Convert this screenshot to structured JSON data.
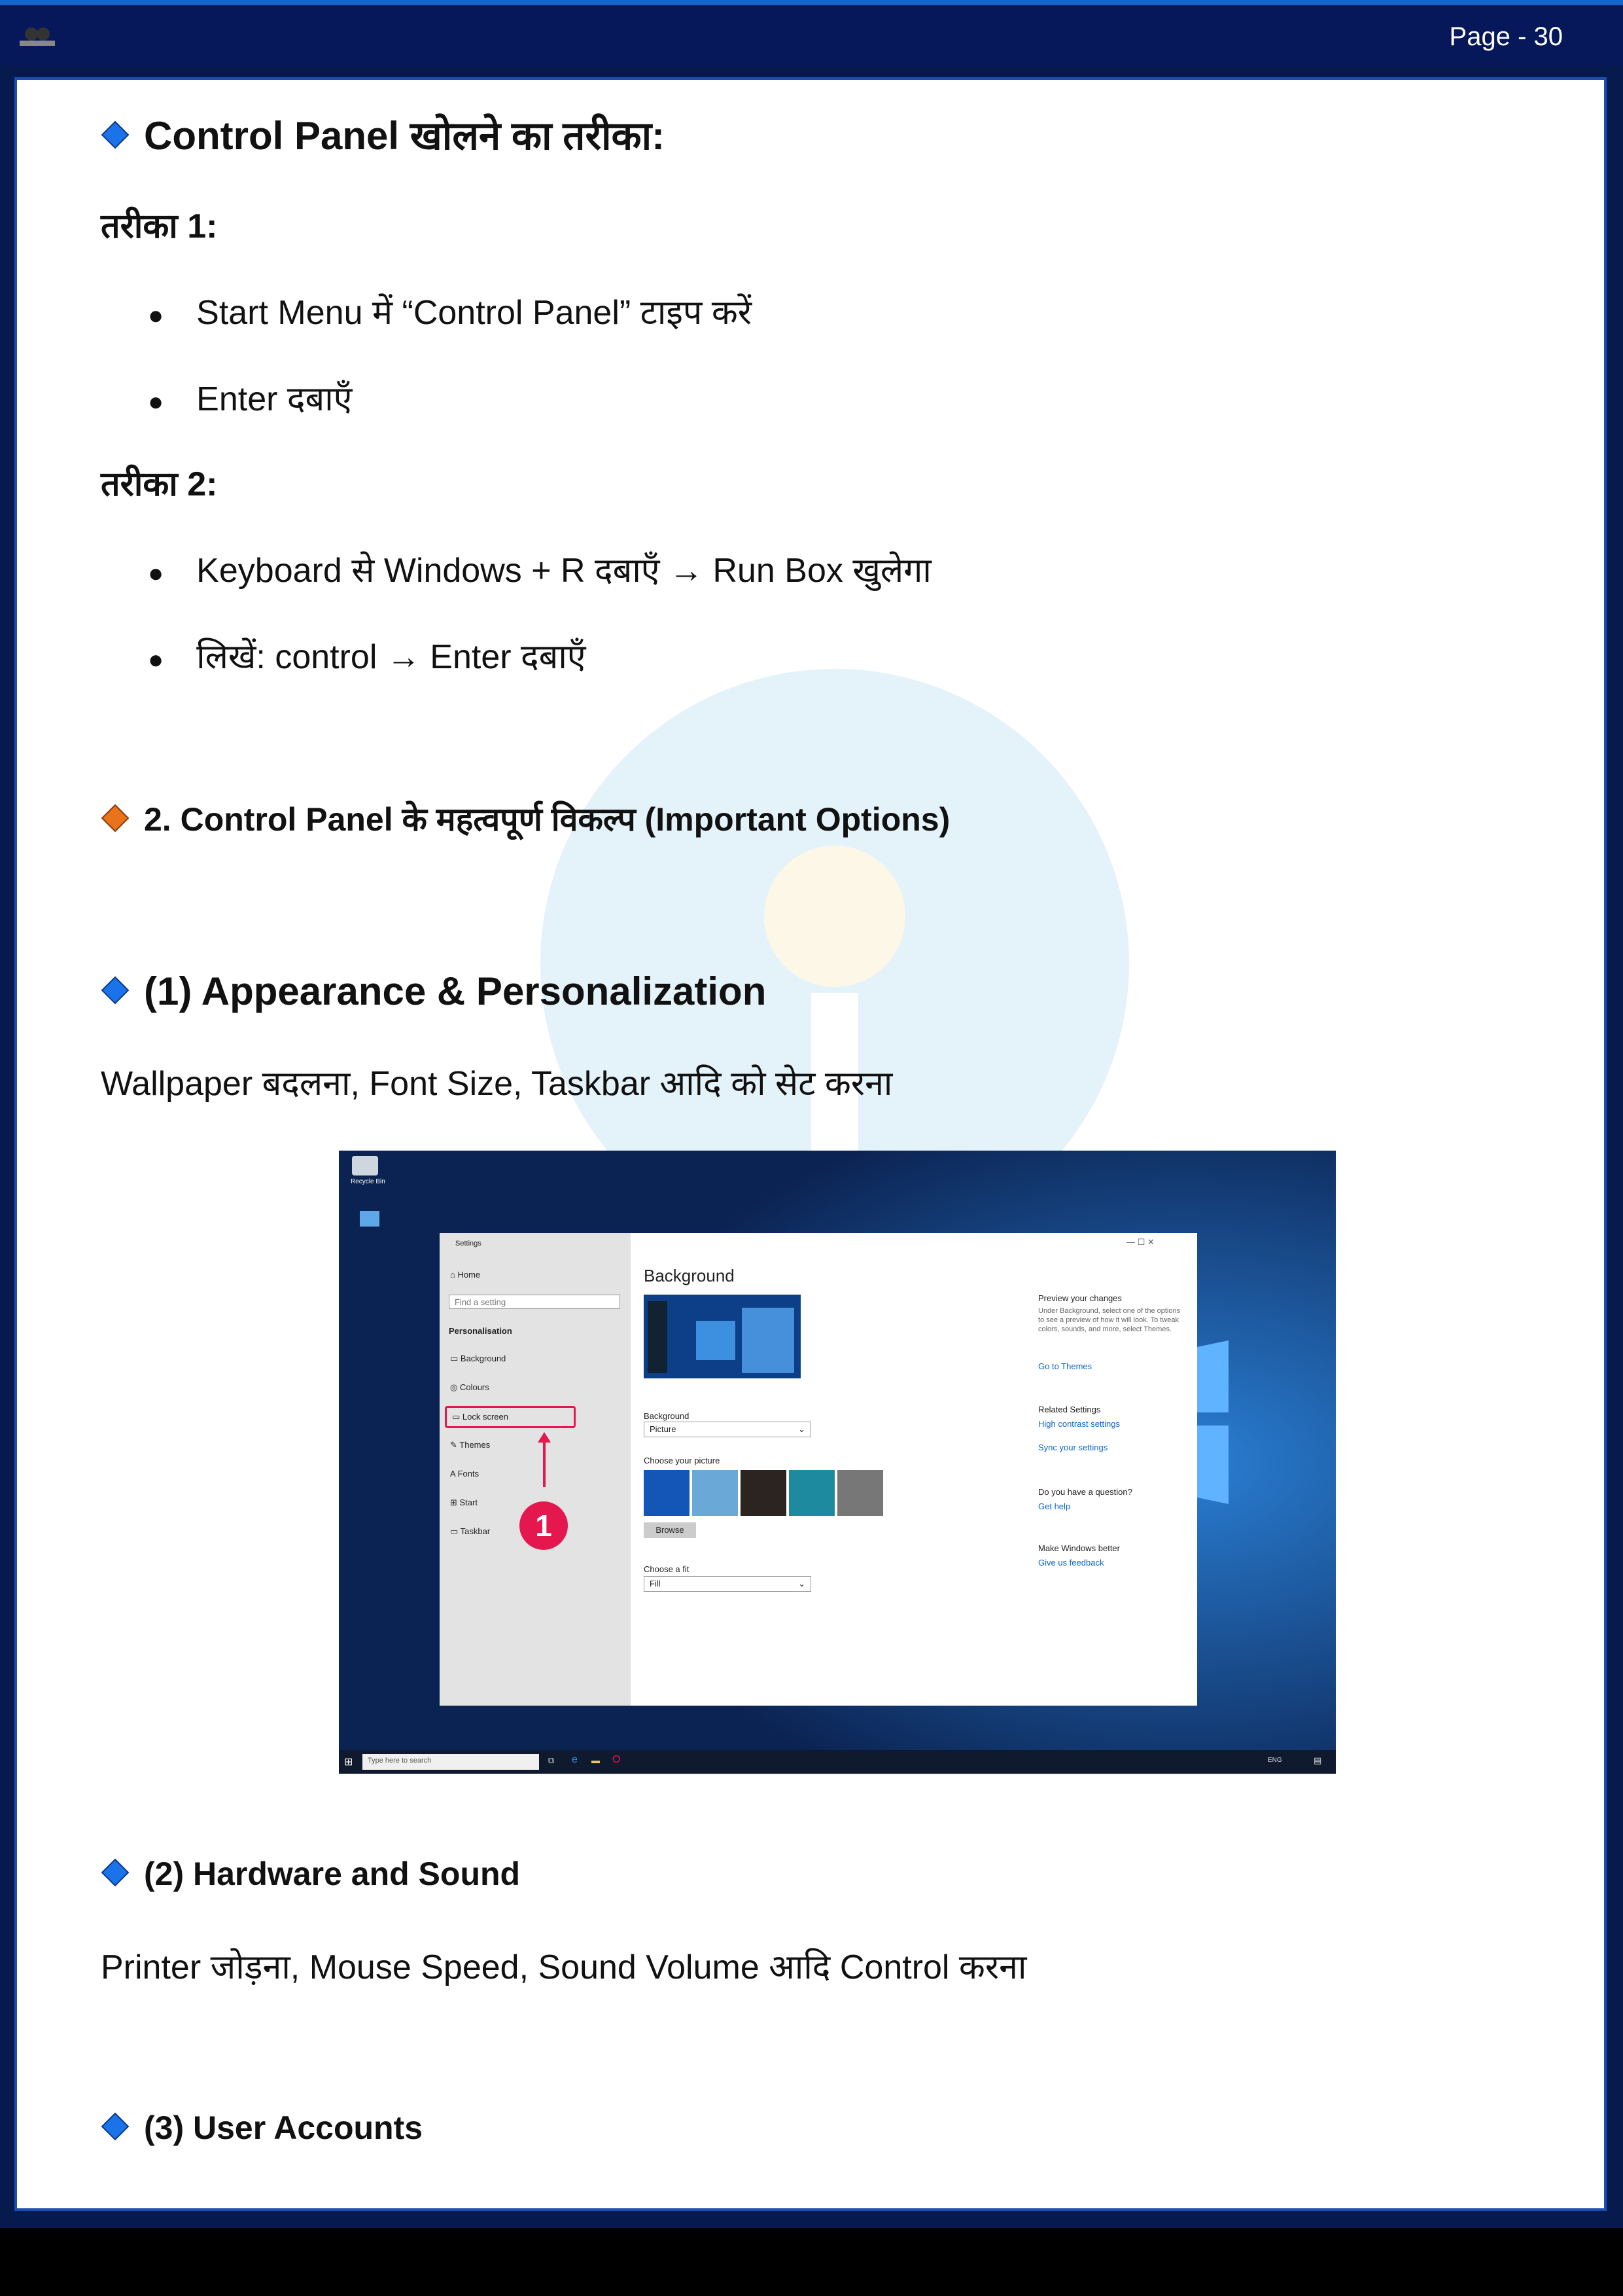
{
  "header": {
    "page_label": "Page - 30"
  },
  "colors": {
    "accent_blue": "#1565c8",
    "accent_orange": "#e8731a",
    "frame": "#06185a"
  },
  "sections": {
    "open_title": "Control Panel खोलने का तरीका:",
    "method1_title": "तरीका 1:",
    "method1_items": [
      "Start Menu में “Control Panel” टाइप करें",
      "Enter दबाएँ"
    ],
    "method2_title": "तरीका 2:",
    "method2_items": [
      "Keyboard से Windows + R दबाएँ → Run Box खुलेगा",
      "लिखें: control → Enter दबाएँ"
    ],
    "options_title": "2. Control Panel के महत्वपूर्ण विकल्प (Important Options)",
    "appearance_title": "(1) Appearance & Personalization",
    "appearance_desc": "Wallpaper बदलना, Font Size, Taskbar आदि को सेट करना",
    "hardware_title": "(2) Hardware and Sound",
    "hardware_desc": "Printer जोड़ना, Mouse Speed, Sound Volume आदि Control करना",
    "accounts_title": "(3) User Accounts"
  },
  "screenshot": {
    "desktop_icon": "Recycle Bin",
    "window_title": "Settings",
    "home": "Home",
    "search_placeholder": "Find a setting",
    "category": "Personalisation",
    "nav": [
      "Background",
      "Colours",
      "Lock screen",
      "Themes",
      "Fonts",
      "Start",
      "Taskbar"
    ],
    "annotation_number": "1",
    "page_title": "Background",
    "background_label": "Background",
    "background_value": "Picture",
    "choose_picture": "Choose your picture",
    "browse": "Browse",
    "choose_fit": "Choose a fit",
    "fit_value": "Fill",
    "right": {
      "preview_title": "Preview your changes",
      "preview_text": "Under Background, select one of the options to see a preview of how it will look. To tweak colors, sounds, and more, select Themes.",
      "go_themes": "Go to Themes",
      "related_title": "Related Settings",
      "high_contrast": "High contrast settings",
      "sync": "Sync your settings",
      "question_title": "Do you have a question?",
      "get_help": "Get help",
      "better_title": "Make Windows better",
      "feedback": "Give us feedback"
    },
    "taskbar_search": "Type here to search",
    "tray_lang": "ENG"
  }
}
